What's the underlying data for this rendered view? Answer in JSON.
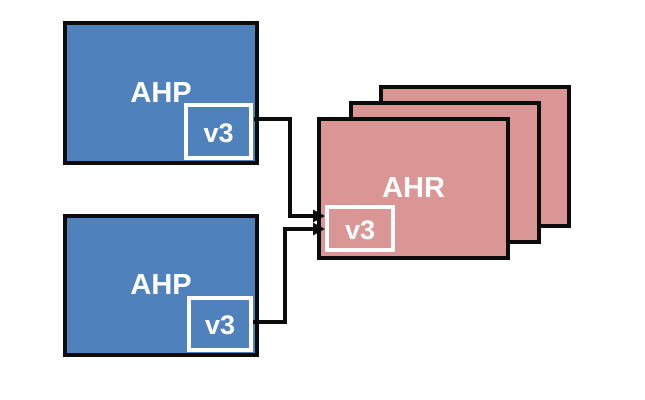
{
  "diagram": {
    "colors": {
      "background": "#ffffff",
      "producer_fill": "#4f81bd",
      "consumer_fill": "#d99694",
      "outline": "#0c0c0c",
      "port_outline": "#ffffff",
      "label_text": "#ffffff",
      "connector": "#0c0c0c"
    },
    "nodes": {
      "ahp_top": {
        "label": "AHP",
        "port_label": "v3"
      },
      "ahp_bottom": {
        "label": "AHP",
        "port_label": "v3"
      },
      "ahr": {
        "label": "AHR",
        "port_label": "v3",
        "stack_count": 3
      }
    },
    "edges": [
      {
        "from": "ahp_top.v3",
        "to": "ahr.v3",
        "arrow": "right"
      },
      {
        "from": "ahp_bottom.v3",
        "to": "ahr.v3",
        "arrow": "right"
      }
    ]
  }
}
